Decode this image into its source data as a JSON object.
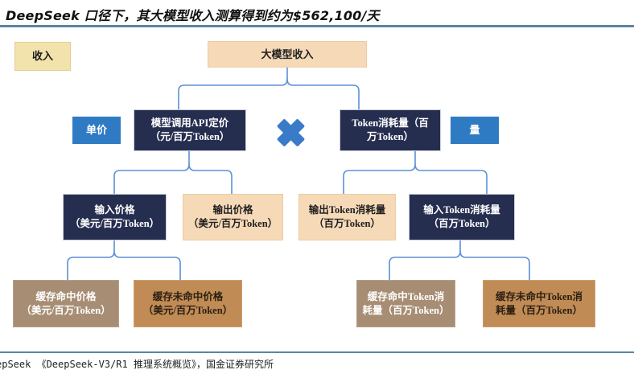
{
  "title": "DeepSeek 口径下，其大模型收入测算得到约为$562,100/天",
  "legend": {
    "revenue": "收入"
  },
  "nodes": {
    "root": {
      "label": "大模型收入"
    },
    "unit_price": {
      "label": "单价"
    },
    "quantity": {
      "label": "量"
    },
    "operator": {
      "symbol": "multiply"
    },
    "api_price": {
      "line1": "模型调用API定价",
      "line2": "（元/百万Token）"
    },
    "token_usage": {
      "line1": "Token消耗量（百",
      "line2": "万Token）"
    },
    "input_price": {
      "line1": "输入价格",
      "line2": "（美元/百万Token）"
    },
    "output_price": {
      "line1": "输出价格",
      "line2": "（美元/百万Token）"
    },
    "output_token_usage": {
      "line1": "输出Token消耗量",
      "line2": "（百万Token）"
    },
    "input_token_usage": {
      "line1": "输入Token消耗量",
      "line2": "（百万Token）"
    },
    "cache_hit_price": {
      "line1": "缓存命中价格",
      "line2": "（美元/百万Token）"
    },
    "cache_miss_price": {
      "line1": "缓存未命中价格",
      "line2": "（美元/百万Token）"
    },
    "cache_hit_token_usage": {
      "line1": "缓存命中Token消",
      "line2": "耗量（百万Token）"
    },
    "cache_miss_token_usage": {
      "line1": "缓存未命中Token消",
      "line2": "耗量（百万Token）"
    }
  },
  "source": "epSeek 《DeepSeek-V3/R1 推理系统概览》，国金证券研究所",
  "colors": {
    "navy_box": "#262e50",
    "blue_box": "#2f7bc3",
    "multiply_icon": "#3a7bc8",
    "peach_box": "#f6dab8",
    "yellow_box": "#f2e3ad",
    "brown_box": "#a78d73",
    "tan_box": "#c08b55",
    "connector_line": "#5b90d6",
    "divider": "#5a86a0"
  }
}
